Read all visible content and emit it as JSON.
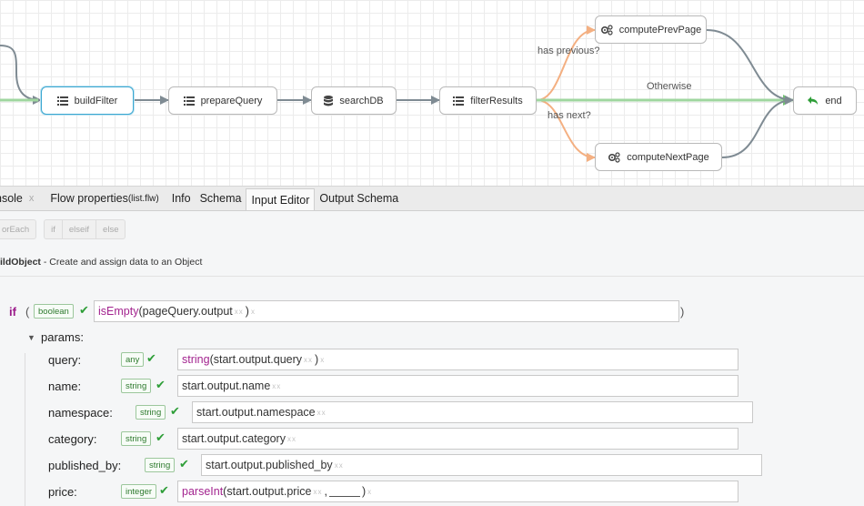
{
  "flow": {
    "nodes": {
      "buildFilter": "buildFilter",
      "prepareQuery": "prepareQuery",
      "searchDB": "searchDB",
      "filterResults": "filterResults",
      "computePrevPage": "computePrevPage",
      "computeNextPage": "computeNextPage",
      "end": "end"
    },
    "edge_labels": {
      "has_previous": "has previous?",
      "otherwise": "Otherwise",
      "has_next": "has next?"
    },
    "colors": {
      "selected": "#3aa7d1",
      "branch": "#f3a36d",
      "default": "#72c272",
      "edge": "#7f8b93"
    }
  },
  "tabs": [
    {
      "label": "nsole",
      "close": "x"
    },
    {
      "label": "Flow properties",
      "sub": "(list.flw)"
    },
    {
      "label": "Info"
    },
    {
      "label": "Schema"
    },
    {
      "label": "Input Editor",
      "active": true
    },
    {
      "label": "Output Schema"
    }
  ],
  "toolbar": {
    "foreach": "orEach",
    "if": "if",
    "elseif": "elseif",
    "else": "else"
  },
  "description": {
    "name": "ildObject",
    "text": " - Create and assign data to an Object"
  },
  "editor": {
    "if_keyword": "if",
    "open_paren": "(",
    "close_paren": ")",
    "condition": {
      "type": "boolean",
      "fn": "isEmpty",
      "open": "(",
      "arg": "pageQuery.output",
      "close": ")"
    },
    "placeholder_xx": "xx",
    "remove_x": "x",
    "check": "✔",
    "params_toggle": "▼",
    "params_label": "params:",
    "params": [
      {
        "name": "query:",
        "type": "any",
        "fn": "string",
        "arg": "start.output.query"
      },
      {
        "name": "name:",
        "type": "string",
        "value": "start.output.name"
      },
      {
        "name": "namespace:",
        "type": "string",
        "value": "start.output.namespace"
      },
      {
        "name": "category:",
        "type": "string",
        "value": "start.output.category"
      },
      {
        "name": "published_by:",
        "type": "string",
        "value": "start.output.published_by"
      },
      {
        "name": "price:",
        "type": "integer",
        "fn": "parseInt",
        "arg": "start.output.price",
        "sep": ",",
        "close": ")"
      }
    ]
  }
}
